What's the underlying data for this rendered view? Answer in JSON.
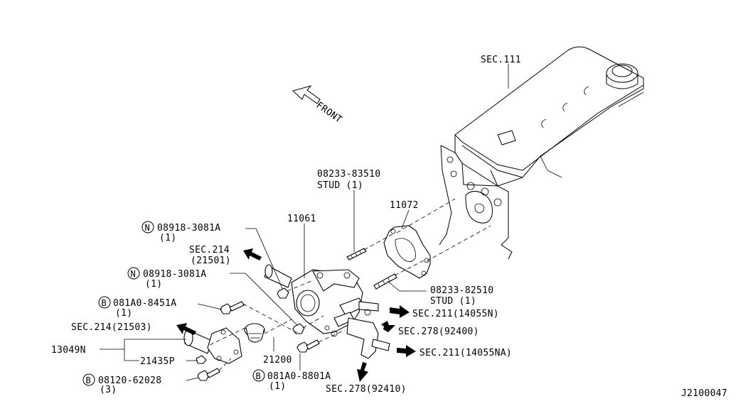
{
  "diagram_id": "J2100047",
  "direction": {
    "label": "FRONT"
  },
  "labels": {
    "sec111": "SEC.111",
    "stud_top_pn": "08233-83510",
    "stud_top_desc": "STUD (1)",
    "p11072": "11072",
    "p11061": "11061",
    "nut1_pn": "08918-3081A",
    "nut1_qty": "(1)",
    "sec214a": "SEC.214",
    "sec214a_sub": "(21501)",
    "nut2_pn": "08918-3081A",
    "nut2_qty": "(1)",
    "bolt1_pn": "081A0-8451A",
    "bolt1_qty": "(1)",
    "sec214b": "SEC.214(21503)",
    "p13049n": "13049N",
    "p21435p": "21435P",
    "p21200": "21200",
    "bolt3_pn": "08120-62028",
    "bolt3_qty": "(3)",
    "bolt2_pn": "081A0-8801A",
    "bolt2_qty": "(1)",
    "stud_bot_pn": "08233-82510",
    "stud_bot_desc": "STUD (1)",
    "sec211a": "SEC.211(14055N)",
    "sec278a": "SEC.278(92400)",
    "sec211b": "SEC.211(14055NA)",
    "sec278b": "SEC.278(92410)"
  },
  "markers": {
    "n": "N",
    "b": "B"
  },
  "icons": [
    "front-direction-arrow-icon",
    "flow-arrow-icon"
  ]
}
